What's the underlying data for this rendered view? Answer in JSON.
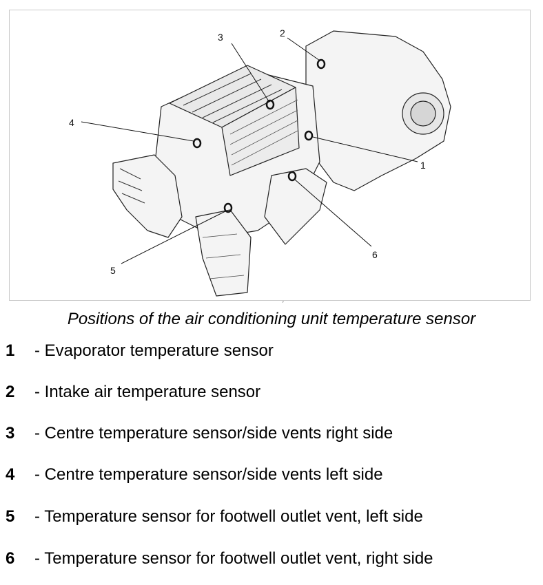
{
  "figure": {
    "callouts": [
      "1",
      "2",
      "3",
      "4",
      "5",
      "6"
    ]
  },
  "caption": "Positions of the air conditioning unit temperature sensor",
  "legend": [
    {
      "num": "1",
      "text": "- Evaporator temperature sensor"
    },
    {
      "num": "2",
      "text": "- Intake air temperature sensor"
    },
    {
      "num": "3",
      "text": "- Centre temperature sensor/side vents right side"
    },
    {
      "num": "4",
      "text": "- Centre temperature sensor/side vents left side"
    },
    {
      "num": "5",
      "text": "- Temperature sensor for footwell outlet vent, left side"
    },
    {
      "num": "6",
      "text": "- Temperature sensor for footwell outlet vent, right side"
    }
  ]
}
